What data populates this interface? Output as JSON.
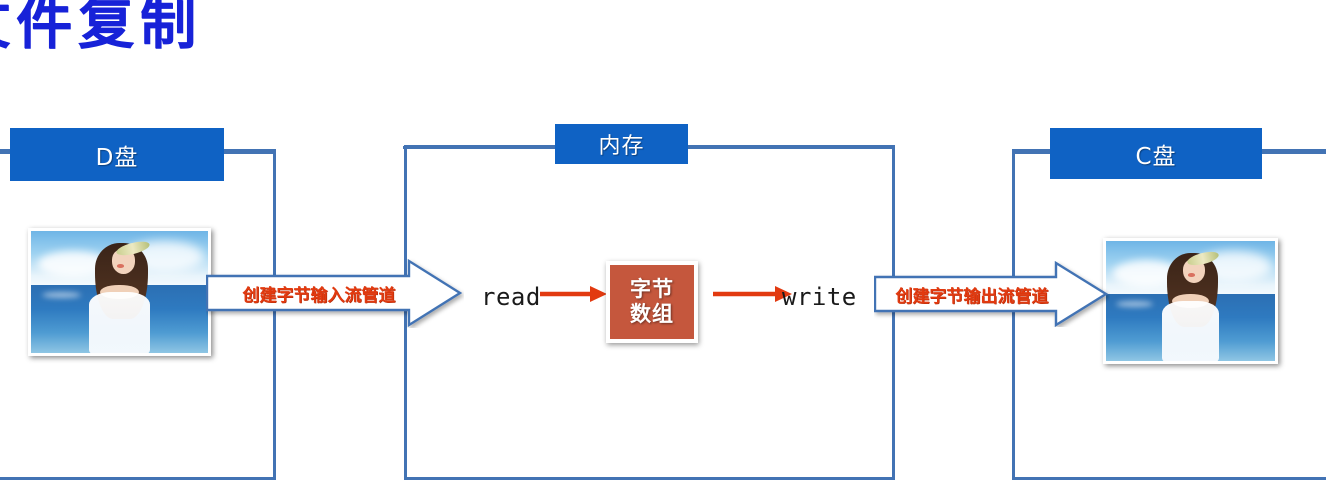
{
  "page": {
    "title": "文件复制",
    "title_color": "#1722D8",
    "background": "#ffffff"
  },
  "palette": {
    "label_blue": "#0F62C4",
    "frame_blue": "#4273B4",
    "arrow_red": "#E23A10",
    "byte_box_orange": "#C5573D",
    "white": "#ffffff"
  },
  "sections": {
    "source": {
      "label": "D盘",
      "image_alt": "photo-thumbnail"
    },
    "memory": {
      "label": "内存",
      "read_label": "read",
      "write_label": "write",
      "byte_array_line1": "字节",
      "byte_array_line2": "数组"
    },
    "destination": {
      "label": "C盘",
      "image_alt": "photo-thumbnail"
    }
  },
  "flow": {
    "input_stream_banner": "创建字节输入流管道",
    "output_stream_banner": "创建字节输出流管道"
  }
}
